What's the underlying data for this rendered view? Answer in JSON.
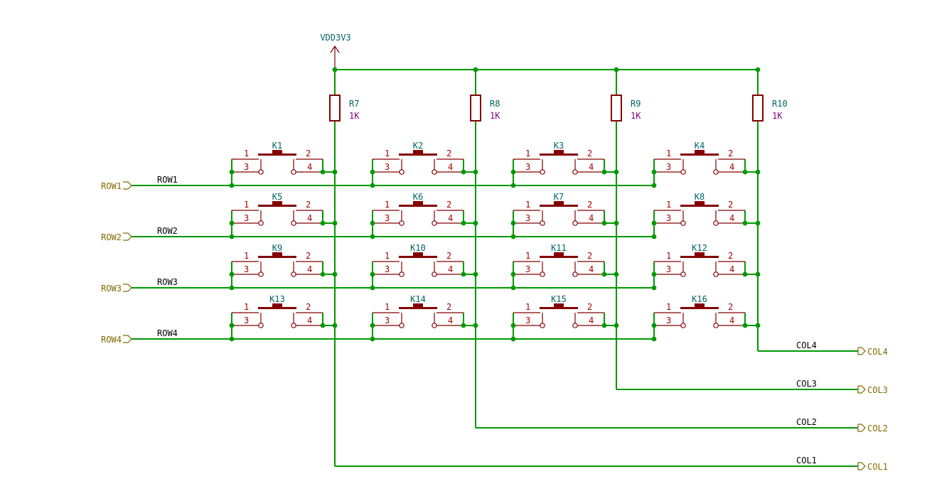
{
  "power": {
    "label": "VDD3V3"
  },
  "resistors": [
    {
      "ref": "R7",
      "value": "1K"
    },
    {
      "ref": "R8",
      "value": "1K"
    },
    {
      "ref": "R9",
      "value": "1K"
    },
    {
      "ref": "R10",
      "value": "1K"
    }
  ],
  "switches": [
    "K1",
    "K2",
    "K3",
    "K4",
    "K5",
    "K6",
    "K7",
    "K8",
    "K9",
    "K10",
    "K11",
    "K12",
    "K13",
    "K14",
    "K15",
    "K16"
  ],
  "pins": [
    "1",
    "2",
    "3",
    "4"
  ],
  "rows": [
    {
      "port": "ROW1",
      "net": "ROW1"
    },
    {
      "port": "ROW2",
      "net": "ROW2"
    },
    {
      "port": "ROW3",
      "net": "ROW3"
    },
    {
      "port": "ROW4",
      "net": "ROW4"
    }
  ],
  "cols": [
    {
      "port": "COL4",
      "net": "COL4"
    },
    {
      "port": "COL3",
      "net": "COL3"
    },
    {
      "port": "COL2",
      "net": "COL2"
    },
    {
      "port": "COL1",
      "net": "COL1"
    }
  ],
  "colors": {
    "wire": "#009900",
    "component": "#840000",
    "pin_number": "#a90000",
    "reference": "#006464",
    "value": "#7e007e",
    "port": "#7f6a00",
    "net_label": "#000000",
    "power_symbol": "#840000"
  }
}
